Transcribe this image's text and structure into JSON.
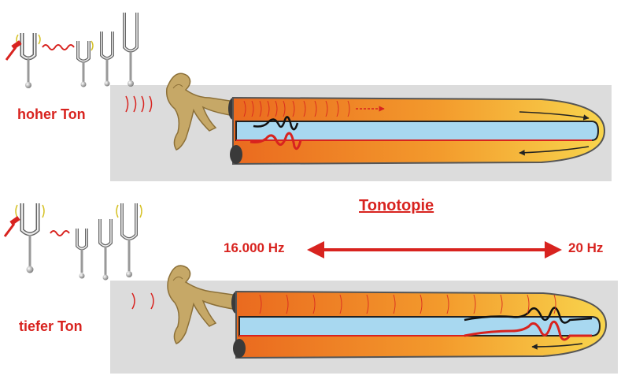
{
  "labels": {
    "high_tone": "hoher Ton",
    "low_tone": "tiefer Ton",
    "title": "Tonotopie",
    "freq_left": "16.000 Hz",
    "freq_right": "20 Hz"
  },
  "colors": {
    "accent_red": "#d8231f",
    "tube_orange": "#ef7d22",
    "tube_yellow": "#f7d24a",
    "membrane_blue": "#a8d8f0",
    "panel_grey": "#dcdcdc",
    "bone_tan": "#c6a867"
  },
  "icons": [
    "tuning-fork-icon",
    "hammer-icon",
    "ear-ossicles-icon",
    "sound-wave-icon",
    "double-arrow-icon"
  ]
}
